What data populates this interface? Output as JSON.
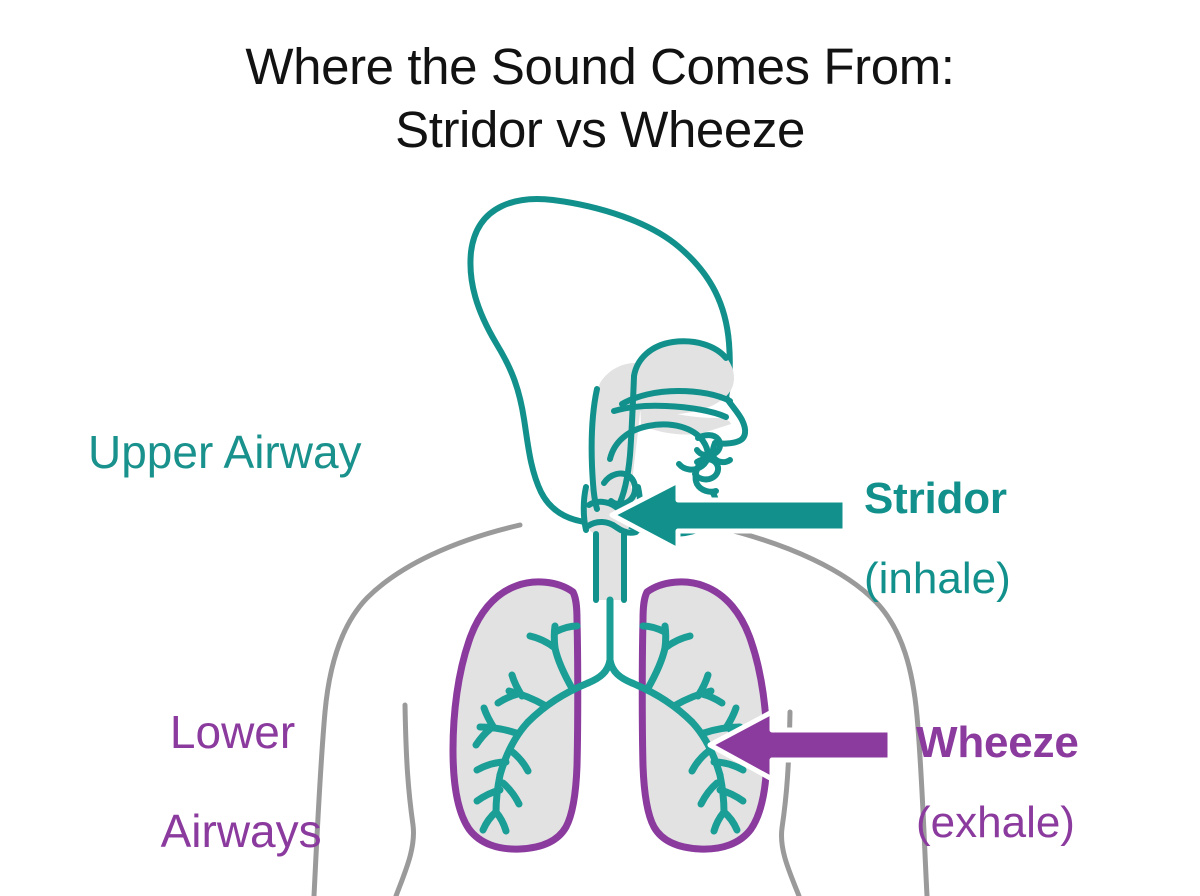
{
  "title": {
    "line1": "Where the Sound Comes From:",
    "line2": "Stridor vs Wheeze",
    "color": "#121212"
  },
  "labels": {
    "upper_airway": "Upper Airway",
    "lower_airways_line1": "Lower",
    "lower_airways_line2": "Airways"
  },
  "callouts": [
    {
      "sound": "Stridor",
      "phase": "(inhale)",
      "color": "#12918c",
      "points_at": "larynx"
    },
    {
      "sound": "Wheeze",
      "phase": "(exhale)",
      "color": "#8b3a9e",
      "points_at": "bronchi"
    }
  ],
  "colors": {
    "teal": "#12918c",
    "teal_text": "#19918c",
    "purple": "#8b3a9e",
    "body_gray": "#9a9a9a",
    "fill_gray": "#e2e2e2",
    "background": "#ffffff"
  },
  "anatomy": {
    "head_outline": "teal",
    "upper_airway_cavity": "gray fill, teal outline",
    "trachea": "teal outline, gray fill",
    "lungs": "purple outline, gray fill",
    "bronchial_tree": "teal",
    "torso_outline": "gray"
  }
}
